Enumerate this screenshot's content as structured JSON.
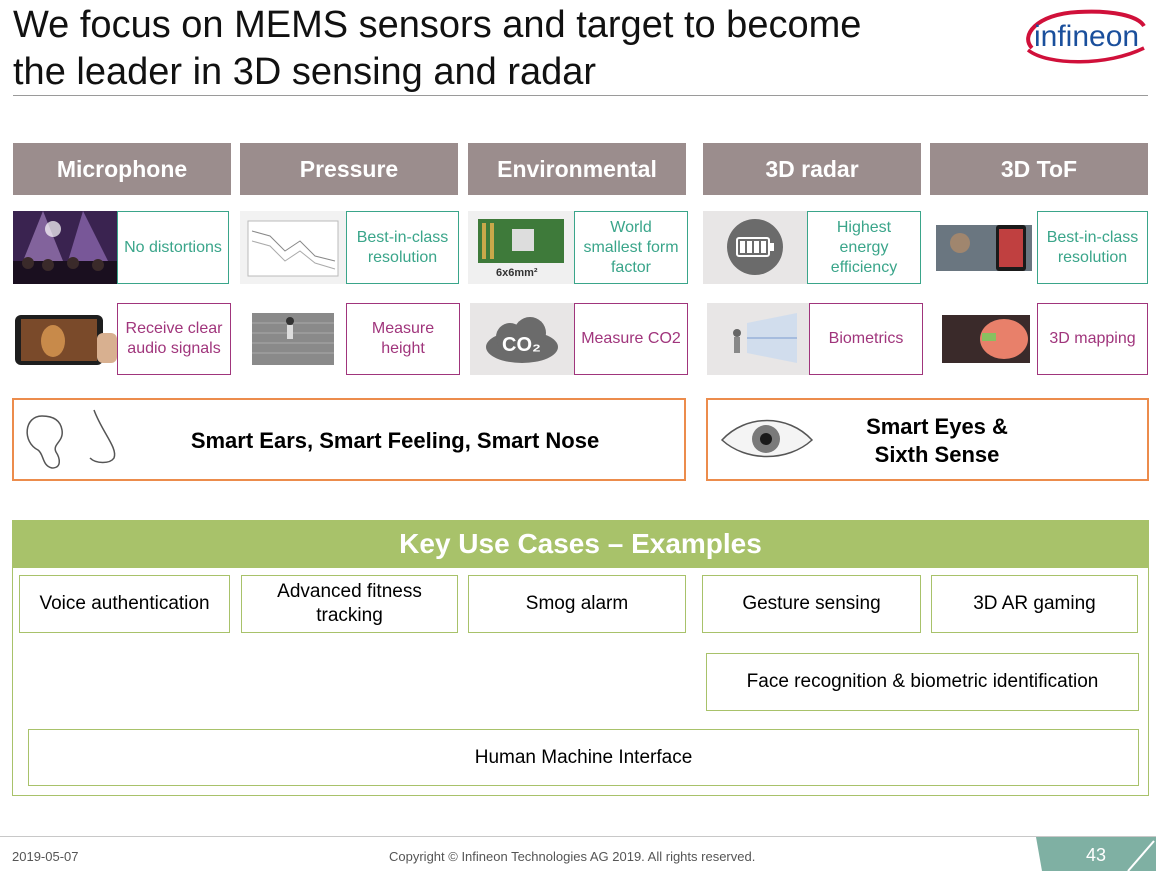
{
  "slide": {
    "title_line1": "We focus on MEMS sensors and target to become",
    "title_line2": "the leader in 3D sensing and radar",
    "logo_text": "infineon"
  },
  "categories": [
    {
      "label": "Microphone"
    },
    {
      "label": "Pressure"
    },
    {
      "label": "Environmental"
    },
    {
      "label": "3D radar"
    },
    {
      "label": "3D ToF"
    }
  ],
  "features_row1": [
    {
      "text": "No distortions"
    },
    {
      "text": "Best-in-class resolution"
    },
    {
      "text": "World smallest form factor",
      "image_caption": "6x6mm²"
    },
    {
      "text": "Highest energy efficiency"
    },
    {
      "text": "Best-in-class resolution"
    }
  ],
  "features_row2": [
    {
      "text": "Receive clear audio signals"
    },
    {
      "text": "Measure height"
    },
    {
      "text": "Measure CO2",
      "image_caption": "CO₂"
    },
    {
      "text": "Biometrics"
    },
    {
      "text": "3D mapping"
    }
  ],
  "smart_senses": {
    "left": "Smart Ears, Smart Feeling, Smart Nose",
    "right_line1": "Smart Eyes &",
    "right_line2": "Sixth Sense"
  },
  "use_cases": {
    "header": "Key Use Cases – Examples",
    "items": [
      {
        "label": "Voice authentication"
      },
      {
        "label": "Advanced fitness tracking"
      },
      {
        "label": "Smog alarm"
      },
      {
        "label": "Gesture sensing"
      },
      {
        "label": "3D AR gaming"
      }
    ],
    "face": "Face recognition & biometric identification",
    "hmi": "Human Machine Interface"
  },
  "footer": {
    "date": "2019-05-07",
    "copyright": "Copyright © Infineon Technologies AG 2019. All rights reserved.",
    "page": "43"
  },
  "colors": {
    "category_bg": "#9b8d8d",
    "teal": "#3aa58a",
    "magenta": "#a0357c",
    "orange": "#ec8c4c",
    "green": "#a8c26a",
    "page_tab": "#7fb0a3"
  }
}
